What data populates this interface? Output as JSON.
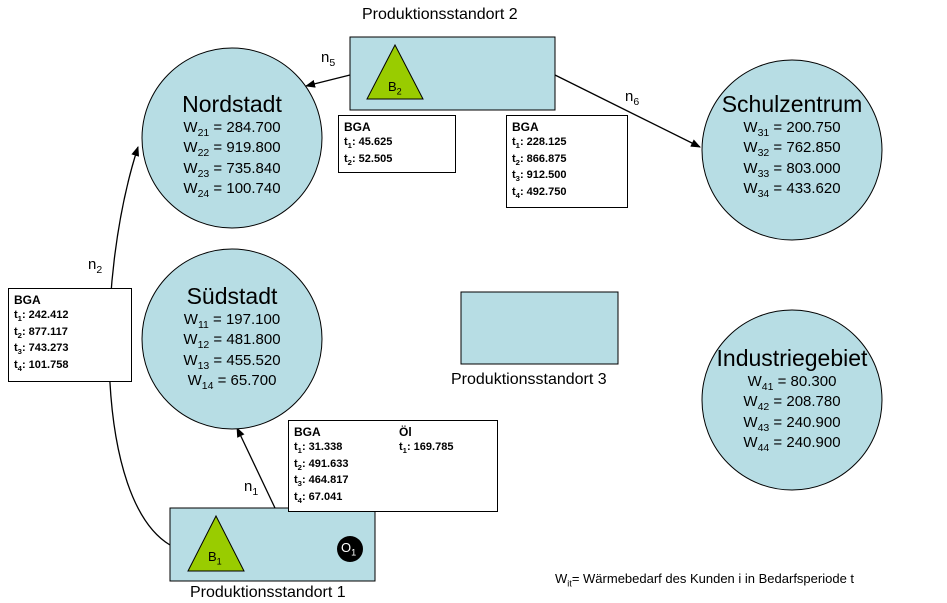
{
  "sites": {
    "site1": {
      "label": "Produktionsstandort 1",
      "triangle": "B",
      "triangle_sub": "1",
      "oil": "O",
      "oil_sub": "1"
    },
    "site2": {
      "label": "Produktionsstandort 2",
      "triangle": "B",
      "triangle_sub": "2"
    },
    "site3": {
      "label": "Produktionsstandort 3"
    }
  },
  "customers": {
    "nordstadt": {
      "name": "Nordstadt",
      "rows": [
        {
          "base": "W",
          "sub": "21",
          "value": " = 284.700"
        },
        {
          "base": "W",
          "sub": "22",
          "value": " = 919.800"
        },
        {
          "base": "W",
          "sub": "23",
          "value": " = 735.840"
        },
        {
          "base": "W",
          "sub": "24",
          "value": " = 100.740"
        }
      ]
    },
    "suedstadt": {
      "name": "Südstadt",
      "rows": [
        {
          "base": "W",
          "sub": "11",
          "value": " = 197.100"
        },
        {
          "base": "W",
          "sub": "12",
          "value": " = 481.800"
        },
        {
          "base": "W",
          "sub": "13",
          "value": " = 455.520"
        },
        {
          "base": "W",
          "sub": "14",
          "value": " = 65.700"
        }
      ]
    },
    "schulzentrum": {
      "name": "Schulzentrum",
      "rows": [
        {
          "base": "W",
          "sub": "31",
          "value": " = 200.750"
        },
        {
          "base": "W",
          "sub": "32",
          "value": " = 762.850"
        },
        {
          "base": "W",
          "sub": "33",
          "value": " = 803.000"
        },
        {
          "base": "W",
          "sub": "34",
          "value": " = 433.620"
        }
      ]
    },
    "industriegebiet": {
      "name": "Industriegebiet",
      "rows": [
        {
          "base": "W",
          "sub": "41",
          "value": " = 80.300"
        },
        {
          "base": "W",
          "sub": "42",
          "value": " = 208.780"
        },
        {
          "base": "W",
          "sub": "43",
          "value": " = 240.900"
        },
        {
          "base": "W",
          "sub": "44",
          "value": " = 240.900"
        }
      ]
    }
  },
  "edges": {
    "n1": {
      "base": "n",
      "sub": "1"
    },
    "n2": {
      "base": "n",
      "sub": "2"
    },
    "n5": {
      "base": "n",
      "sub": "5"
    },
    "n6": {
      "base": "n",
      "sub": "6"
    }
  },
  "boxes": {
    "n2_box": {
      "head": "BGA",
      "rows": [
        {
          "sub": "1",
          "value": ": 242.412"
        },
        {
          "sub": "2",
          "value": ": 877.117"
        },
        {
          "sub": "3",
          "value": ": 743.273"
        },
        {
          "sub": "4",
          "value": ": 101.758"
        }
      ]
    },
    "n5_box": {
      "head": "BGA",
      "rows": [
        {
          "sub": "1",
          "value": ": 45.625"
        },
        {
          "sub": "2",
          "value": ": 52.505"
        }
      ]
    },
    "n6_box": {
      "head": "BGA",
      "rows": [
        {
          "sub": "1",
          "value": ": 228.125"
        },
        {
          "sub": "2",
          "value": ": 866.875"
        },
        {
          "sub": "3",
          "value": ": 912.500"
        },
        {
          "sub": "4",
          "value": ": 492.750"
        }
      ]
    },
    "n1_box": {
      "head": "BGA",
      "rows": [
        {
          "sub": "1",
          "value": ": 31.338"
        },
        {
          "sub": "2",
          "value": ": 491.633"
        },
        {
          "sub": "3",
          "value": ": 464.817"
        },
        {
          "sub": "4",
          "value": ": 67.041"
        }
      ],
      "head2": "Öl",
      "rows2": [
        {
          "sub": "1",
          "value": ": 169.785"
        }
      ]
    }
  },
  "legend": {
    "base": "W",
    "sub": "it",
    "text": "= Wärmebedarf des Kunden i in Bedarfsperiode t"
  },
  "colors": {
    "fill": "#b7dde4",
    "triangle": "#99cc00",
    "stroke": "#000000",
    "oil": "#000000"
  }
}
